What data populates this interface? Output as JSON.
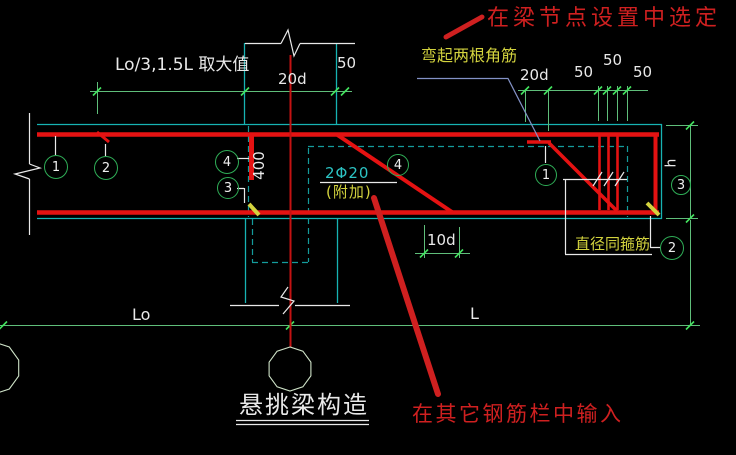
{
  "title": "悬挑梁构造",
  "notes": {
    "top_red": "在梁节点设置中选定",
    "bottom_red": "在其它钢筋栏中输入",
    "bent_corner_bars": "弯起两根角筋",
    "stirrup_diameter": "直径同箍筋",
    "added_bars_spec": "2Φ20",
    "added_bars_label": "(附加)"
  },
  "dimensions": {
    "rule_take_larger": "Lo/3,1.5L 取大值",
    "left_20d": "20d",
    "left_50": "50",
    "right_20d": "20d",
    "right_50_first": "50",
    "right_50_second": "50",
    "right_50_third": "50",
    "anchorage_400": "400",
    "hook_10d": "10d",
    "back_span": "Lo",
    "cantilever_span": "L",
    "beam_height": "h"
  },
  "callouts": {
    "bar1": "1",
    "bar2": "2",
    "bar3": "3",
    "bar4": "4"
  },
  "colors": {
    "background": "#000000",
    "beam_outline": "#17b3b3",
    "rebar_red": "#e51212",
    "dimension_green": "#5fbe7a",
    "tick_green": "#43e45f",
    "text_white": "#e9e9e9",
    "note_red": "#cf2020",
    "note_yellow": "#d3d33e",
    "spec_cyan": "#2cc4c4",
    "leader_blue": "#8392c6",
    "callout_ring_green": "#2fae57",
    "axis_red": "#c41212",
    "grid_bubble": "#cfe3c8"
  }
}
